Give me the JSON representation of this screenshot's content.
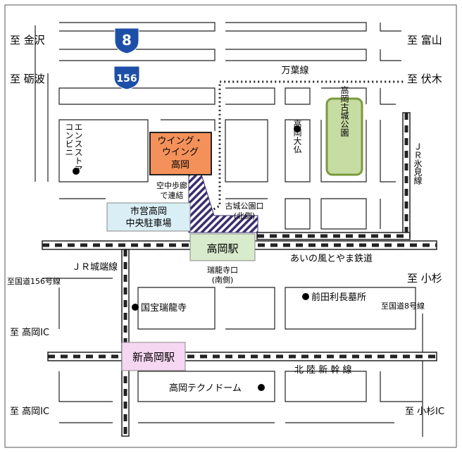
{
  "destinations": {
    "kanazawa": "至 金沢",
    "tonami": "至 砺波",
    "toyama": "至 富山",
    "fushiki": "至 伏木",
    "r156": "至国道156号線",
    "oyabe": "至 小杉",
    "r8": "至国道8号線",
    "takaoka_ic_1": "至 高岡IC",
    "takaoka_ic_2": "至 高岡IC",
    "kosugi_ic": "至 小杉IC"
  },
  "routes": {
    "r8": "8",
    "r156": "156"
  },
  "lines": {
    "manyo": "万葉線",
    "ai_kaze": "あいの風とやま鉄道",
    "jr_joha": "ＪＲ城端線",
    "jr_himi": "ＪＲ氷見線",
    "shinkansen": "北 陸 新 幹 線"
  },
  "places": {
    "wing_l1": "ウイング・",
    "wing_l2": "ウイング",
    "wing_l3": "高岡",
    "parking_l1": "市営高岡",
    "parking_l2": "中央駐車場",
    "walkway_l1": "空中歩廊",
    "walkway_l2": "で連結",
    "kojo_exit_l1": "古城公園口",
    "kojo_exit_l2": "(北側)",
    "zuiryuji_exit_l1": "瑞龍寺口",
    "zuiryuji_exit_l2": "(南側)",
    "kojo_park": "高岡古城公園",
    "daibutsu": "高岡大仏",
    "conv_col1": "コンビニ",
    "conv_col2": "エンスストア",
    "zuiryuji": "国宝瑞龍寺",
    "maeda": "前田利長墓所",
    "techno_dome": "高岡テクノドーム"
  },
  "stations": {
    "takaoka": "高岡駅",
    "shin_takaoka": "新高岡駅"
  },
  "colors": {
    "wing_box": "#f4915a",
    "parking_box": "#d9eef5",
    "station_box": "#d8ebcc",
    "shin_station_box": "#f6d7f2",
    "park_box": "#c7dca3",
    "park_border": "#7a9a3c",
    "shield": "#1e4fa8"
  }
}
